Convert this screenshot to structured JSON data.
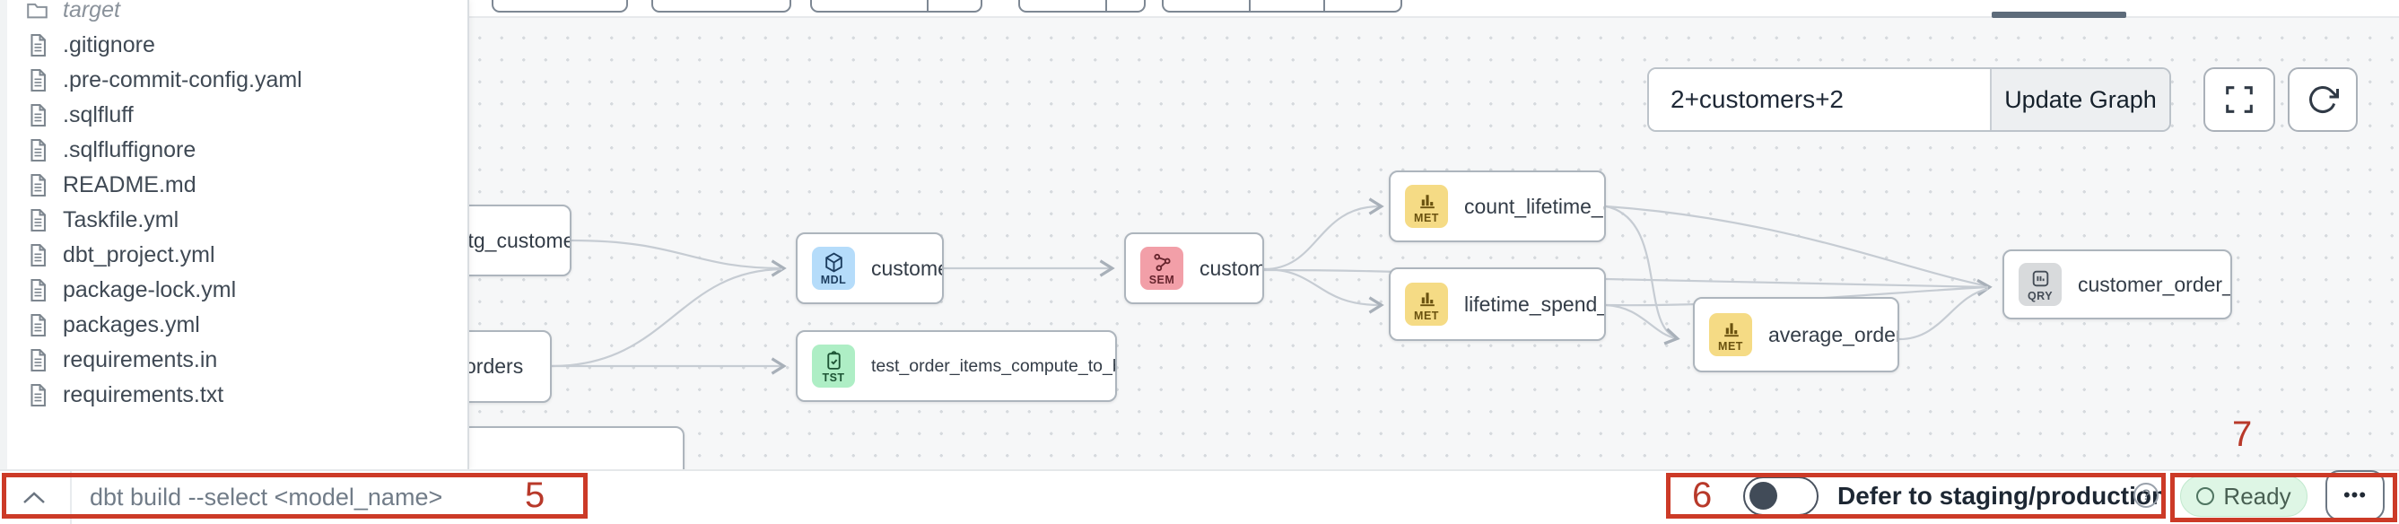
{
  "sidebar": {
    "files": [
      {
        "label": "target",
        "type": "folder"
      },
      {
        "label": ".gitignore",
        "type": "file"
      },
      {
        "label": ".pre-commit-config.yaml",
        "type": "file"
      },
      {
        "label": ".sqlfluff",
        "type": "file"
      },
      {
        "label": ".sqlfluffignore",
        "type": "file"
      },
      {
        "label": "README.md",
        "type": "file"
      },
      {
        "label": "Taskfile.yml",
        "type": "file"
      },
      {
        "label": "dbt_project.yml",
        "type": "file"
      },
      {
        "label": "package-lock.yml",
        "type": "file"
      },
      {
        "label": "packages.yml",
        "type": "file"
      },
      {
        "label": "requirements.in",
        "type": "file"
      },
      {
        "label": "requirements.txt",
        "type": "file"
      }
    ]
  },
  "graph_panel": {
    "selector_value": "2+customers+2",
    "update_button_label": "Update Graph",
    "nodes": [
      {
        "label": "stg_customers",
        "badge": ""
      },
      {
        "label": "orders",
        "badge": ""
      },
      {
        "label": "",
        "badge": ""
      },
      {
        "label": "customers",
        "badge": "MDL"
      },
      {
        "label": "test_order_items_compute_to_bools...",
        "badge": "TST"
      },
      {
        "label": "customers",
        "badge": "SEM"
      },
      {
        "label": "count_lifetime_orders",
        "badge": "MET"
      },
      {
        "label": "lifetime_spend_pretax",
        "badge": "MET"
      },
      {
        "label": "average_order_value",
        "badge": "MET"
      },
      {
        "label": "customer_order_metrics",
        "badge": "QRY"
      }
    ]
  },
  "bottom_bar": {
    "command_placeholder": "dbt build --select <model_name>",
    "defer_label": "Defer to staging/production",
    "status_label": "Ready",
    "more_button": "•••"
  },
  "annotations": {
    "n5": "5",
    "n6": "6",
    "n7": "7"
  },
  "colors": {
    "annotation_red": "#cc3a27",
    "badge_mdl_bg": "#b5dcfa",
    "badge_tst_bg": "#aeeec5",
    "badge_sem_bg": "#f29fa8",
    "badge_met_bg": "#f5db85",
    "badge_qry_bg": "#d8dadc",
    "status_green_bg": "#def6e5",
    "tab_indicator": "#5d6b7a",
    "edge_gray": "#c6ccd3"
  }
}
